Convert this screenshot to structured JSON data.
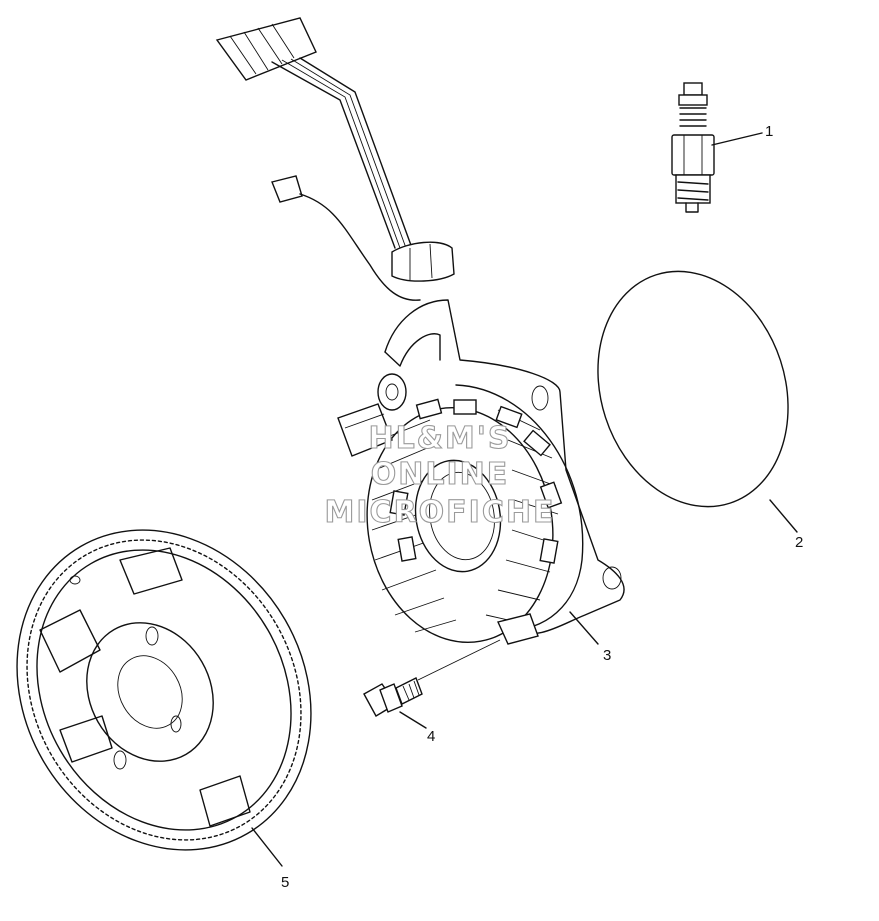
{
  "callouts": [
    {
      "id": "1",
      "part": "spark-plug"
    },
    {
      "id": "2",
      "part": "gasket"
    },
    {
      "id": "3",
      "part": "stator-assembly"
    },
    {
      "id": "4",
      "part": "bolt"
    },
    {
      "id": "5",
      "part": "flywheel"
    }
  ],
  "watermark": {
    "line1": "HL&M'S",
    "line2": "ONLINE",
    "line3": "MICROFICHE"
  },
  "colors": {
    "ink": "#111111",
    "background": "#ffffff",
    "watermark": "#9a9a9a"
  }
}
